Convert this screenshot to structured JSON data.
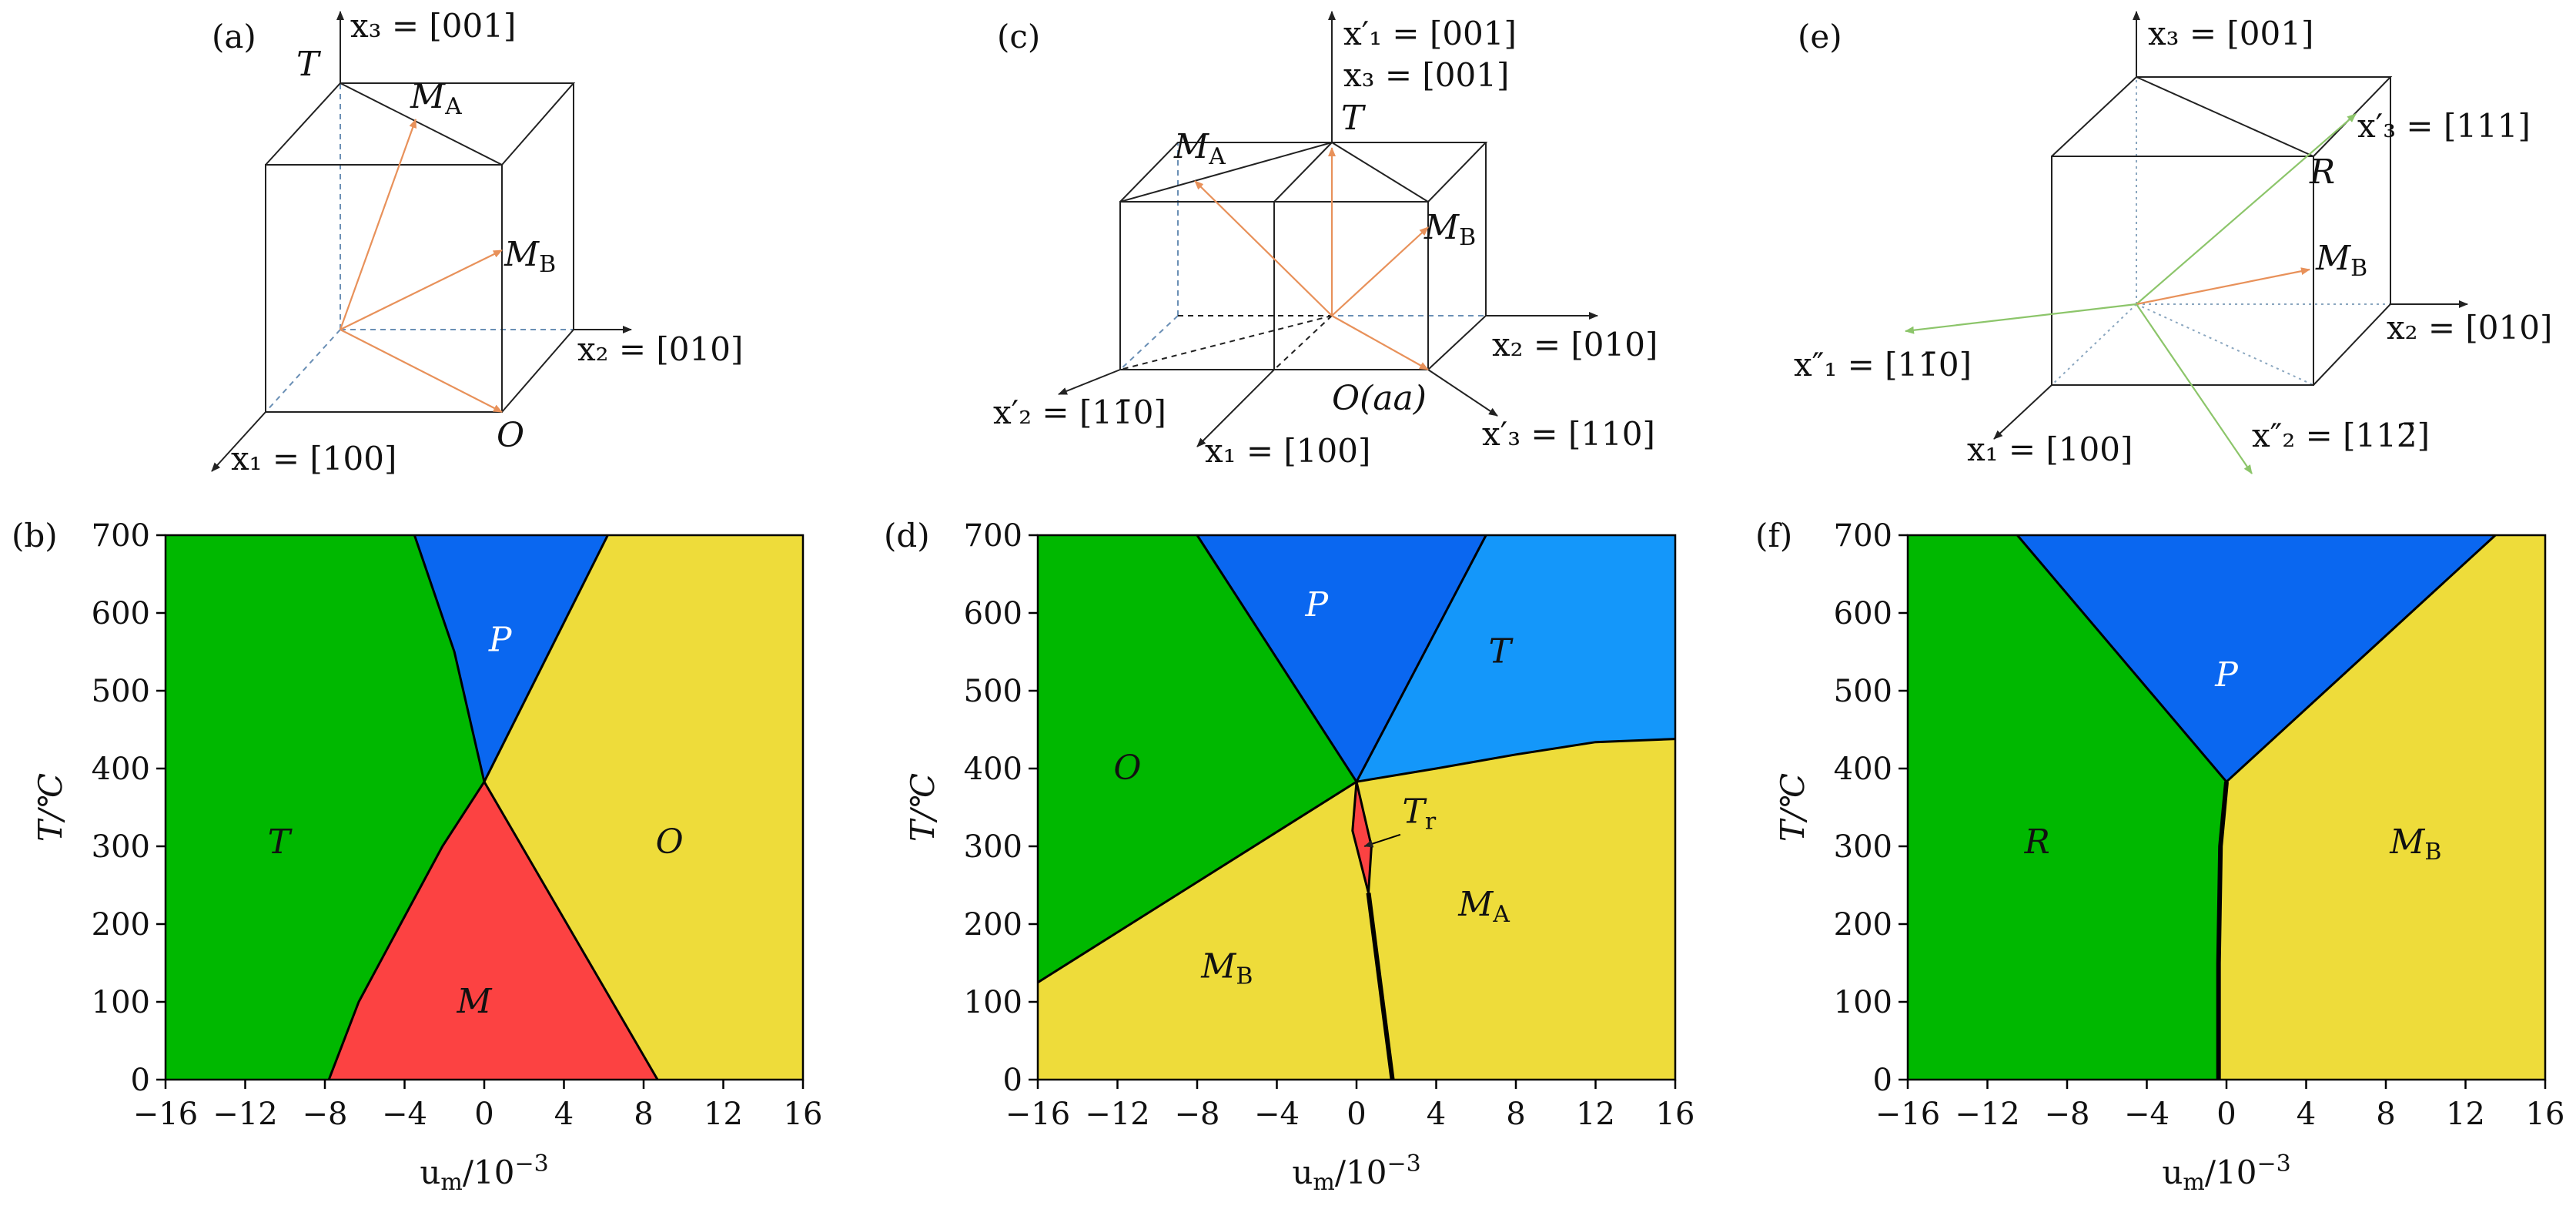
{
  "chart_data": [
    {
      "type": "diagram",
      "panel": "(a)",
      "labels": {
        "x3": "x₃ = [001]",
        "x2": "x₂ = [010]",
        "x1": "x₁ = [100]",
        "T": "T",
        "MA": "M",
        "MA_sub": "A",
        "MB": "M",
        "MB_sub": "B",
        "O": "O"
      }
    },
    {
      "type": "diagram",
      "panel": "(c)",
      "labels": {
        "x1p": "x′₁ = [001]",
        "x3": "x₃ = [001]",
        "T": "T",
        "MA": "M",
        "MA_sub": "A",
        "MB": "M",
        "MB_sub": "B",
        "x2": "x₂ = [010]",
        "x2p": "x′₂ = [11̄0]",
        "Oaa": "O(aa)",
        "x3p": "x′₃ = [110]",
        "x1": "x₁ = [100]"
      }
    },
    {
      "type": "diagram",
      "panel": "(e)",
      "labels": {
        "x3": "x₃ = [001]",
        "x3p": "x′₃ = [111]",
        "R": "R",
        "MB": "M",
        "MB_sub": "B",
        "x2": "x₂ = [010]",
        "x1pp": "x″₁ = [11̄0]",
        "x2pp": "x″₂ = [112̄]",
        "x1": "x₁ = [100]"
      }
    },
    {
      "type": "area",
      "panel": "(b)",
      "xlabel": "u",
      "xlabel_sub": "m",
      "xlabel_tail": "/10",
      "xlabel_exp": "−3",
      "ylabel": "T/℃",
      "xlim": [
        -16,
        16
      ],
      "ylim": [
        0,
        700
      ],
      "xticks": [
        -16,
        -12,
        -8,
        -4,
        0,
        4,
        8,
        12,
        16
      ],
      "yticks": [
        0,
        100,
        200,
        300,
        400,
        500,
        600,
        700
      ],
      "regions": [
        {
          "name": "T",
          "color": "#00b800",
          "label_at": [
            -10.3,
            305
          ],
          "polygon": [
            [
              -16,
              0
            ],
            [
              -7.8,
              0
            ],
            [
              -6.3,
              100
            ],
            [
              -4.2,
              200
            ],
            [
              -2.1,
              300
            ],
            [
              0,
              383
            ],
            [
              -1.5,
              550
            ],
            [
              -3.5,
              700
            ],
            [
              -16,
              700
            ]
          ]
        },
        {
          "name": "P",
          "color": "#0a67f0",
          "label_at": [
            0.8,
            565
          ],
          "polygon": [
            [
              -3.5,
              700
            ],
            [
              6.2,
              700
            ],
            [
              0,
              383
            ],
            [
              -1.5,
              550
            ]
          ]
        },
        {
          "name": "O",
          "color": "#eedc3a",
          "label_at": [
            9.3,
            305
          ],
          "polygon": [
            [
              6.2,
              700
            ],
            [
              16,
              700
            ],
            [
              16,
              0
            ],
            [
              8.7,
              0
            ],
            [
              0,
              383
            ]
          ]
        },
        {
          "name": "M",
          "color": "#fc4242",
          "label_at": [
            -0.5,
            100
          ],
          "polygon": [
            [
              -7.8,
              0
            ],
            [
              8.7,
              0
            ],
            [
              0,
              383
            ],
            [
              -2.1,
              300
            ],
            [
              -4.2,
              200
            ],
            [
              -6.3,
              100
            ]
          ]
        }
      ],
      "boundaries": [
        {
          "points": [
            [
              -7.8,
              0
            ],
            [
              -6.3,
              100
            ],
            [
              -4.2,
              200
            ],
            [
              -2.1,
              300
            ],
            [
              0,
              383
            ]
          ],
          "thick": false
        },
        {
          "points": [
            [
              8.7,
              0
            ],
            [
              0,
              383
            ]
          ],
          "thick": false
        },
        {
          "points": [
            [
              0,
              383
            ],
            [
              -1.5,
              550
            ],
            [
              -3.5,
              700
            ]
          ],
          "thick": false
        },
        {
          "points": [
            [
              0,
              383
            ],
            [
              6.2,
              700
            ]
          ],
          "thick": false
        }
      ]
    },
    {
      "type": "area",
      "panel": "(d)",
      "xlabel": "u",
      "xlabel_sub": "m",
      "xlabel_tail": "/10",
      "xlabel_exp": "−3",
      "ylabel": "T/℃",
      "xlim": [
        -16,
        16
      ],
      "ylim": [
        0,
        700
      ],
      "xticks": [
        -16,
        -12,
        -8,
        -4,
        0,
        4,
        8,
        12,
        16
      ],
      "yticks": [
        0,
        100,
        200,
        300,
        400,
        500,
        600,
        700
      ],
      "tr_label": "T",
      "tr_sub": "r",
      "regions": [
        {
          "name": "O",
          "color": "#00b800",
          "label_at": [
            -11.5,
            400
          ],
          "polygon": [
            [
              -16,
              0
            ],
            [
              -16,
              125
            ],
            [
              0,
              383
            ],
            [
              -8,
              700
            ],
            [
              -16,
              700
            ]
          ]
        },
        {
          "name": "P",
          "color": "#0a67f0",
          "label_at": [
            -2,
            610
          ],
          "polygon": [
            [
              -8,
              700
            ],
            [
              6.5,
              700
            ],
            [
              0,
              383
            ]
          ]
        },
        {
          "name": "T",
          "color": "#1497fa",
          "label_at": [
            7.2,
            550
          ],
          "polygon": [
            [
              6.5,
              700
            ],
            [
              16,
              700
            ],
            [
              16,
              438
            ],
            [
              12,
              434
            ],
            [
              8,
              418
            ],
            [
              4,
              400
            ],
            [
              0,
              383
            ]
          ]
        },
        {
          "name": "M",
          "sub": "B",
          "color": "#eedc3a",
          "label_at": [
            -6.5,
            145
          ],
          "polygon": [
            [
              -16,
              0
            ],
            [
              1.8,
              0
            ],
            [
              0.8,
              240
            ],
            [
              0.65,
              300
            ],
            [
              0,
              383
            ],
            [
              -16,
              125
            ]
          ]
        },
        {
          "name": "M",
          "sub": "A",
          "color": "#eedc3a",
          "label_at": [
            6.4,
            225
          ],
          "polygon": [
            [
              1.8,
              0
            ],
            [
              16,
              0
            ],
            [
              16,
              438
            ],
            [
              12,
              434
            ],
            [
              8,
              418
            ],
            [
              4,
              400
            ],
            [
              0,
              383
            ],
            [
              0.65,
              300
            ],
            [
              0.8,
              240
            ]
          ]
        },
        {
          "name": "Tr",
          "color": "#fc4242",
          "label_at": null,
          "polygon": [
            [
              0,
              383
            ],
            [
              -0.2,
              320
            ],
            [
              0.6,
              240
            ],
            [
              0.75,
              300
            ]
          ]
        }
      ],
      "boundaries": [
        {
          "points": [
            [
              -16,
              125
            ],
            [
              0,
              383
            ]
          ],
          "thick": false
        },
        {
          "points": [
            [
              0,
              383
            ],
            [
              -8,
              700
            ]
          ],
          "thick": false
        },
        {
          "points": [
            [
              0,
              383
            ],
            [
              6.5,
              700
            ]
          ],
          "thick": false
        },
        {
          "points": [
            [
              0,
              383
            ],
            [
              4,
              400
            ],
            [
              8,
              418
            ],
            [
              12,
              434
            ],
            [
              16,
              438
            ]
          ],
          "thick": false
        },
        {
          "points": [
            [
              0,
              383
            ],
            [
              -0.2,
              320
            ],
            [
              0.6,
              240
            ]
          ],
          "thick": false
        },
        {
          "points": [
            [
              0,
              383
            ],
            [
              0.75,
              300
            ],
            [
              0.6,
              240
            ]
          ],
          "thick": false
        },
        {
          "points": [
            [
              0.6,
              240
            ],
            [
              1.2,
              120
            ],
            [
              1.8,
              0
            ]
          ],
          "thick": true
        }
      ]
    },
    {
      "type": "area",
      "panel": "(f)",
      "xlabel": "u",
      "xlabel_sub": "m",
      "xlabel_tail": "/10",
      "xlabel_exp": "−3",
      "ylabel": "T/℃",
      "xlim": [
        -16,
        16
      ],
      "ylim": [
        0,
        700
      ],
      "xticks": [
        -16,
        -12,
        -8,
        -4,
        0,
        4,
        8,
        12,
        16
      ],
      "yticks": [
        0,
        100,
        200,
        300,
        400,
        500,
        600,
        700
      ],
      "regions": [
        {
          "name": "R",
          "color": "#00b800",
          "label_at": [
            -9.5,
            305
          ],
          "polygon": [
            [
              -16,
              0
            ],
            [
              -0.4,
              0
            ],
            [
              -0.4,
              150
            ],
            [
              -0.3,
              300
            ],
            [
              0,
              383
            ],
            [
              -10.5,
              700
            ],
            [
              -16,
              700
            ]
          ]
        },
        {
          "name": "P",
          "color": "#0a67f0",
          "label_at": [
            0,
            520
          ],
          "polygon": [
            [
              -10.5,
              700
            ],
            [
              13.5,
              700
            ],
            [
              0,
              383
            ]
          ]
        },
        {
          "name": "M",
          "sub": "B",
          "color": "#eedc3a",
          "label_at": [
            9.5,
            305
          ],
          "polygon": [
            [
              13.5,
              700
            ],
            [
              16,
              700
            ],
            [
              16,
              0
            ],
            [
              -0.4,
              0
            ],
            [
              -0.4,
              150
            ],
            [
              -0.3,
              300
            ],
            [
              0,
              383
            ]
          ]
        }
      ],
      "boundaries": [
        {
          "points": [
            [
              -10.5,
              700
            ],
            [
              0,
              383
            ],
            [
              13.5,
              700
            ]
          ],
          "thick": false
        },
        {
          "points": [
            [
              0,
              383
            ],
            [
              -0.3,
              300
            ],
            [
              -0.4,
              150
            ],
            [
              -0.4,
              0
            ]
          ],
          "thick": true
        }
      ]
    }
  ]
}
